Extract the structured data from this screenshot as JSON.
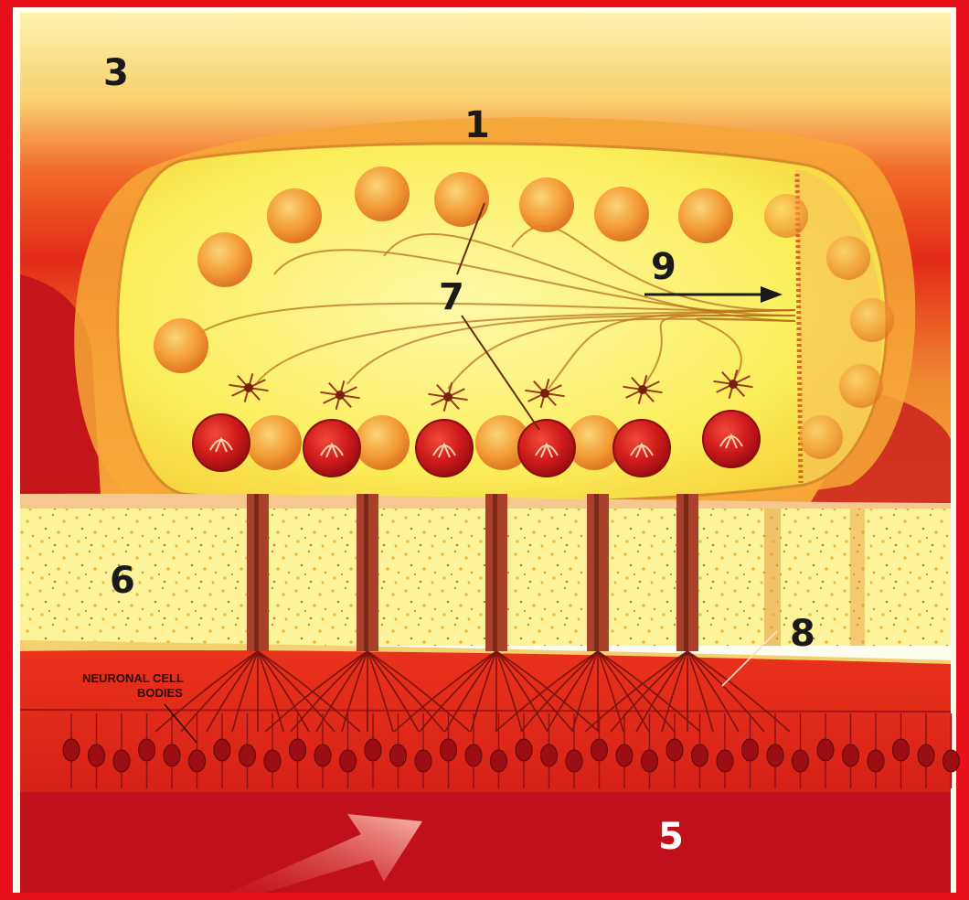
{
  "labels": {
    "n1": "1",
    "n3": "3",
    "n5": "5",
    "n6": "6",
    "n7": "7",
    "n8": "8",
    "n9": "9",
    "neuronal_line1": "NEURONAL CELL",
    "neuronal_line2": "BODIES"
  },
  "colors": {
    "frame": "#e8101a",
    "deep_red": "#c8141c",
    "orange_red": "#ea4a1c",
    "orange": "#f6a028",
    "yellow": "#fbf05a",
    "pale_yellow": "#fdf6a0",
    "cell_orange": "#f0962e",
    "cell_red": "#c4141a",
    "fiber": "#9a3a1c"
  }
}
